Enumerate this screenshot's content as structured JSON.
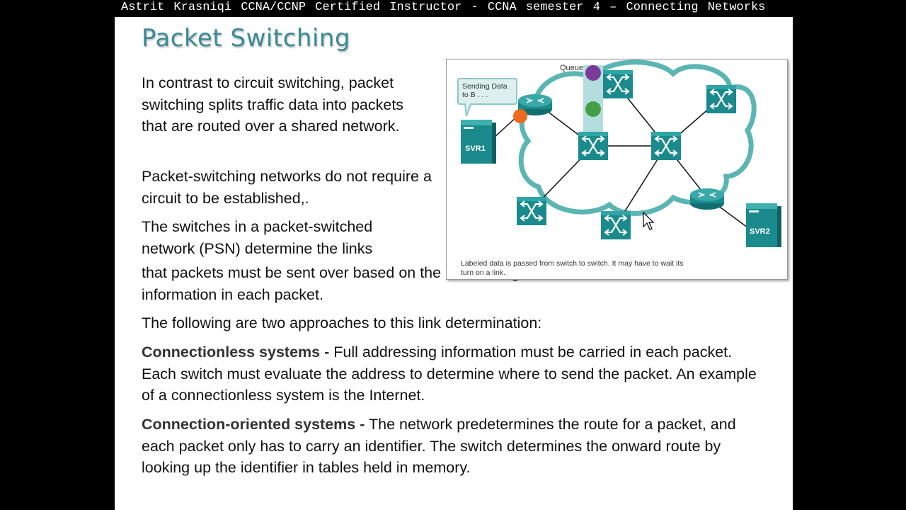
{
  "header": {
    "text": "Astrit Krasniqi CCNA/CCNP Certified Instructor - CCNA semester 4 – Connecting Networks"
  },
  "slide": {
    "title": "Packet Switching",
    "p1": "In contrast to circuit switching, packet switching splits traffic data into packets that are routed over a shared network.",
    "p2": "Packet-switching networks do not require a circuit to be established,.",
    "p3_line1": "The switches in a packet-switched network (PSN) determine the links",
    "p3_line2": "that packets must be sent over based on the addressing information in each packet.",
    "p4": "The following are two approaches to this link determination:",
    "p5_bold": "Connectionless systems -",
    "p5_text": " Full addressing information must be carried in each packet. Each switch must evaluate the address to determine where to send the packet. An example of a connectionless system is the Internet.",
    "p6_bold": "Connection-oriented systems -",
    "p6_text": " The network predetermines the route for a packet, and each packet only has to carry an identifier. The switch determines the onward route by looking up the identifier in tables held in memory."
  },
  "figure": {
    "queue_label": "Queue",
    "bubble": "Sending Data to B . . .",
    "svr1": "SVR1",
    "svr2": "SVR2",
    "caption": "Labeled data is passed from switch to switch. It may have to wait its turn on a link.",
    "colors": {
      "teal": "#1a8a8c",
      "cloud": "#5ab5b3",
      "purple": "#7b3b9b",
      "green": "#43a047",
      "orange": "#ee6a1f"
    }
  }
}
